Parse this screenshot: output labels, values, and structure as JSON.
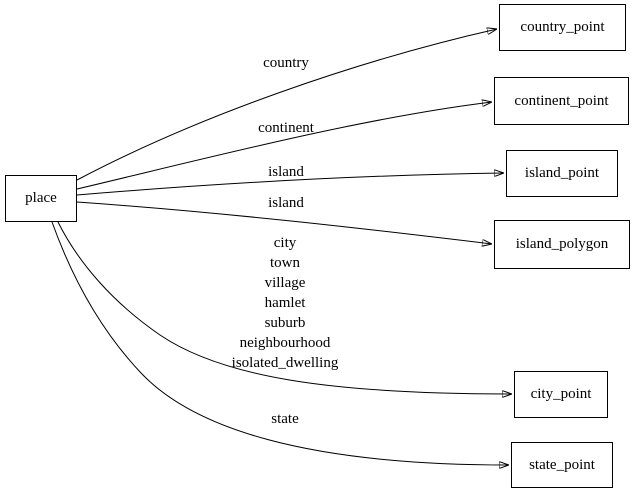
{
  "diagram": {
    "background_color": "#ffffff",
    "line_color": "#000000",
    "nodes": [
      {
        "id": "place",
        "label": "place"
      },
      {
        "id": "country_point",
        "label": "country_point"
      },
      {
        "id": "continent_point",
        "label": "continent_point"
      },
      {
        "id": "island_point",
        "label": "island_point"
      },
      {
        "id": "island_polygon",
        "label": "island_polygon"
      },
      {
        "id": "city_point",
        "label": "city_point"
      },
      {
        "id": "state_point",
        "label": "state_point"
      }
    ],
    "edges": [
      {
        "from": "place",
        "to": "country_point",
        "label": "country"
      },
      {
        "from": "place",
        "to": "continent_point",
        "label": "continent"
      },
      {
        "from": "place",
        "to": "island_point",
        "label": "island"
      },
      {
        "from": "place",
        "to": "island_polygon",
        "label": "island"
      },
      {
        "from": "place",
        "to": "city_point",
        "label": "city\ntown\nvillage\nhamlet\nsuburb\nneighbourhood\nisolated_dwelling"
      },
      {
        "from": "place",
        "to": "state_point",
        "label": "state"
      }
    ]
  }
}
